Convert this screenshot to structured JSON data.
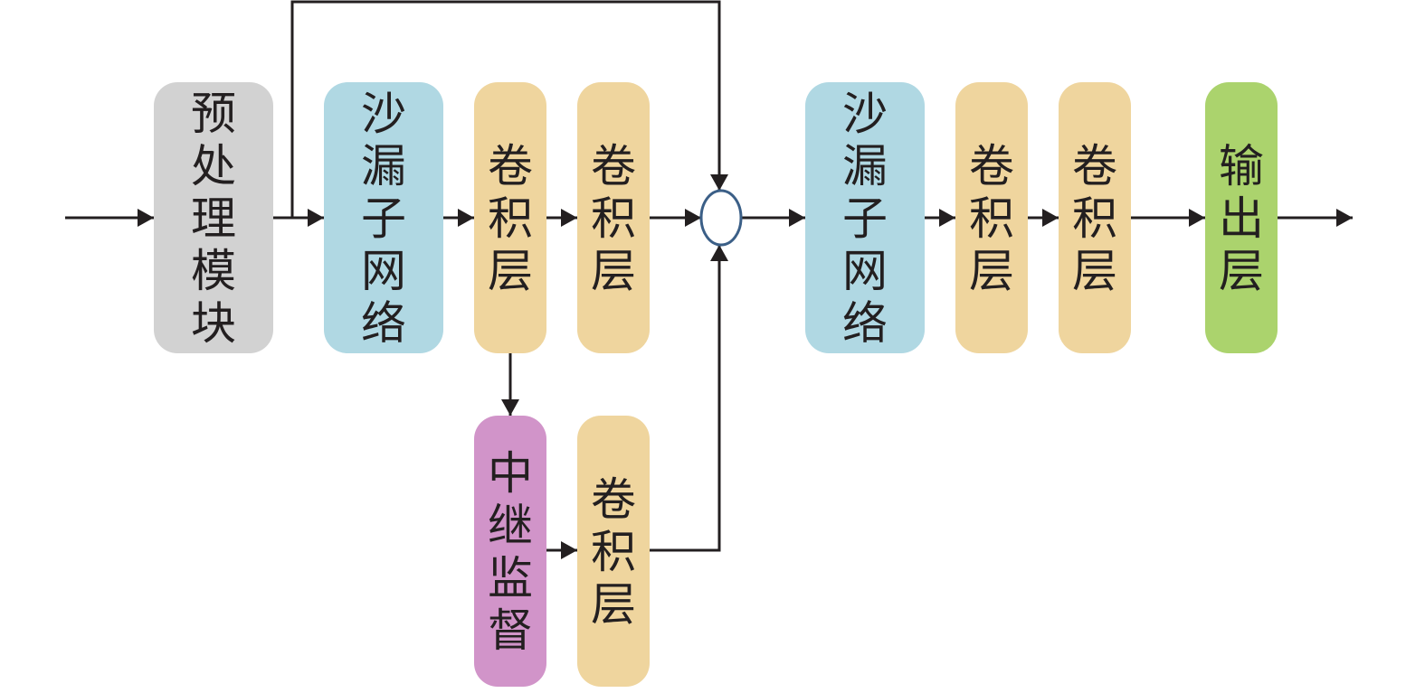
{
  "colors": {
    "preprocess": "#d2d2d2",
    "hourglass": "#b0d8e3",
    "conv": "#efd59e",
    "relay": "#d194c9",
    "output": "#abd36d",
    "line": "#231f20",
    "junction_stroke": "#3b5f87"
  },
  "blocks": [
    {
      "id": "preprocess",
      "label": "预处理模块",
      "kind": "preprocess"
    },
    {
      "id": "hourglass-1",
      "label": "沙漏子网络",
      "kind": "hourglass"
    },
    {
      "id": "conv-1",
      "label": "卷积层",
      "kind": "conv"
    },
    {
      "id": "conv-2",
      "label": "卷积层",
      "kind": "conv"
    },
    {
      "id": "relay",
      "label": "中继监督",
      "kind": "relay"
    },
    {
      "id": "conv-3",
      "label": "卷积层",
      "kind": "conv"
    },
    {
      "id": "hourglass-2",
      "label": "沙漏子网络",
      "kind": "hourglass"
    },
    {
      "id": "conv-4",
      "label": "卷积层",
      "kind": "conv"
    },
    {
      "id": "conv-5",
      "label": "卷积层",
      "kind": "conv"
    },
    {
      "id": "output",
      "label": "输出层",
      "kind": "output"
    }
  ]
}
